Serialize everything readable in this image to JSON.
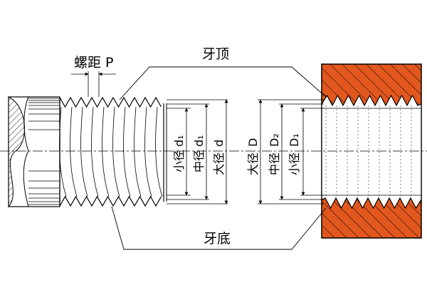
{
  "labels": {
    "pitch": "螺距 P",
    "crest": "牙顶",
    "root": "牙底"
  },
  "external_thread": {
    "minor": {
      "name": "小径",
      "symbol": "d₁"
    },
    "pitch_dia": {
      "name": "中径",
      "symbol": "d₁"
    },
    "major": {
      "name": "大径",
      "symbol": "d"
    }
  },
  "internal_thread": {
    "major": {
      "name": "大径",
      "symbol": "D"
    },
    "pitch_dia": {
      "name": "中径",
      "symbol": "D₂"
    },
    "minor": {
      "name": "小径",
      "symbol": "D₁"
    }
  },
  "colors": {
    "nut_section": "#e2571e",
    "line": "#000000",
    "background": "#ffffff"
  }
}
